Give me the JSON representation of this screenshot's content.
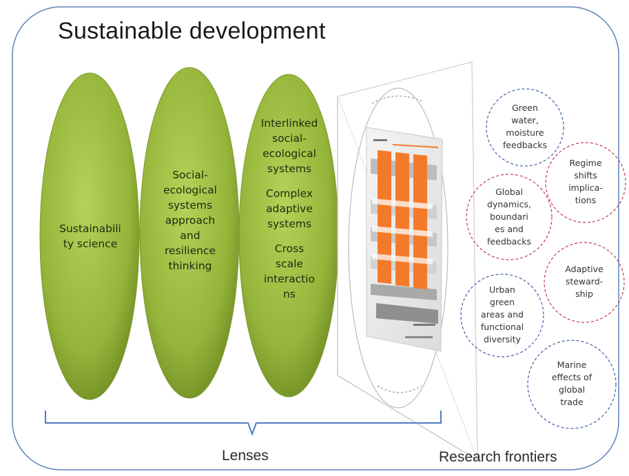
{
  "title": "Sustainable development",
  "lenses": [
    {
      "lines": [
        "Sustainabili",
        "ty science"
      ]
    },
    {
      "lines": [
        "Social-",
        "ecological",
        "systems",
        "approach",
        "and",
        "resilience",
        "thinking"
      ]
    },
    {
      "lines": [
        "Interlinked",
        "social-",
        "ecological",
        "systems",
        "",
        "Complex",
        "adaptive",
        "systems",
        "",
        "Cross",
        "scale",
        "interactio",
        "ns"
      ]
    }
  ],
  "research_frontiers": [
    {
      "lines": [
        "Green",
        "water,",
        "moisture",
        "feedbacks"
      ],
      "border": "blue"
    },
    {
      "lines": [
        "Regime",
        "shifts",
        "implica-",
        "tions"
      ],
      "border": "red"
    },
    {
      "lines": [
        "Global",
        "dynamics,",
        "boundari",
        "es and",
        "feedbacks"
      ],
      "border": "red"
    },
    {
      "lines": [
        "Adaptive",
        "steward-",
        "ship"
      ],
      "border": "red"
    },
    {
      "lines": [
        "Urban",
        "green",
        "areas and",
        "functional",
        "diversity"
      ],
      "border": "blue"
    },
    {
      "lines": [
        "Marine",
        "effects of",
        "global",
        "trade"
      ],
      "border": "blue"
    }
  ],
  "labels": {
    "lenses": "Lenses",
    "research_frontiers": "Research frontiers"
  },
  "colors": {
    "ellipse_fill": "#9bbb3a",
    "ellipse_dark": "#6f8c22",
    "frame_border": "#5b82b8",
    "bracket": "#4f7bc0",
    "dash_blue": "#3d5da8",
    "dash_red": "#c0394a",
    "panel_orange": "#f47a2a"
  }
}
